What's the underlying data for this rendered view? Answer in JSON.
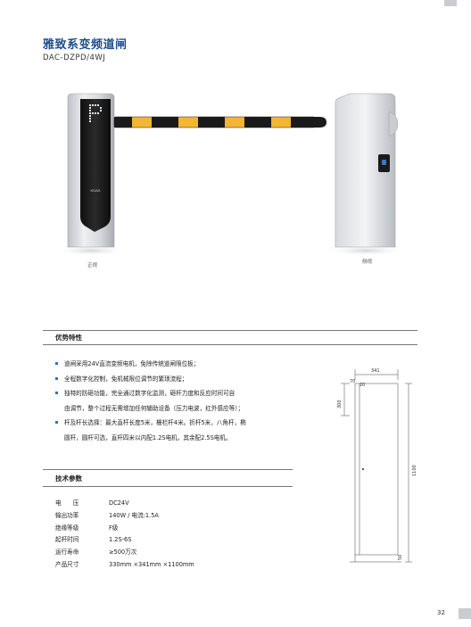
{
  "title": "雅致系变频道闸",
  "model": "DAC-DZPD/4WJ",
  "product": {
    "front_caption": "正视",
    "side_caption": "侧视",
    "logo_text": "KDAS"
  },
  "advantages": {
    "header": "优势特性",
    "items": [
      {
        "text": "道闸采用24V直流变频电机，免除传统道闸限位板；"
      },
      {
        "text": "全程数字化控制，免机械限位调节的繁琐流程；"
      },
      {
        "text": "独特的防砸功能，完全通过数字化监测，砸杆力度和反应时间可自",
        "cont": "由调节，整个过程无需增加任何辅助设备（压力电波，红外感应等）；"
      },
      {
        "text": "杆及杆长选择：最大直杆长度5米，栅栏杆4米。折杆5米，八角杆，椭",
        "cont": "圆杆，圆杆可选，直杆四米以内配1.2S电机，其余配2.5S电机。"
      }
    ]
  },
  "specs": {
    "header": "技术参数",
    "rows": [
      {
        "key": "电　　压",
        "value": "DC24V"
      },
      {
        "key": "输出功率",
        "value": "140W  /  电流:1.5A"
      },
      {
        "key": "绝缘等级",
        "value": "F级"
      },
      {
        "key": "起杆时间",
        "value": "1.2S-6S"
      },
      {
        "key": "运行寿命",
        "value": "≥500万次"
      },
      {
        "key": "产品尺寸",
        "value": "330mm ×341mm ×1100mm"
      }
    ]
  },
  "drawing": {
    "dim_width": "341",
    "dim_70": "70",
    "dim_20": "20",
    "dim_300": "300",
    "dim_1100": "1100",
    "dim_50": "50"
  },
  "page_number": "32",
  "colors": {
    "title": "#1f4e8c",
    "bullet": "#3b6fb6",
    "stripe_yellow": "#f2b632",
    "stripe_black": "#1a1a1a"
  }
}
